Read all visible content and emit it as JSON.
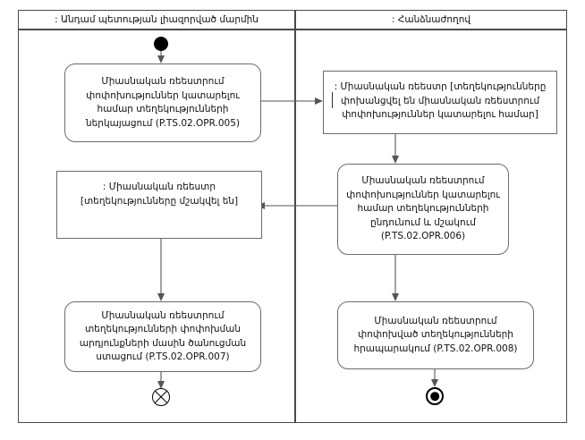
{
  "diagram": {
    "title": "UML Activity Diagram with Swimlanes",
    "lanes": [
      {
        "id": "member-state",
        "label": ": Անդամ պետության լիազորված մարմին"
      },
      {
        "id": "commission",
        "label": ": Հանձնաժողով"
      }
    ]
  },
  "nodes": {
    "start": {
      "name": "initial-node",
      "label": ""
    },
    "a1": {
      "label": "Միասնական ռեեստրում\nփոփոխություններ կատարելու\nհամար տեղեկությունների\nներկայացում (P.TS.02.OPR.005)",
      "code": "P.TS.02.OPR.005"
    },
    "o1": {
      "label": ": Միասնական ռեեստր [տեղեկությունները\nփոխանցվել են  միասնական ռեեստրում\nփոփոխություններ կատարելու համար]"
    },
    "a2": {
      "label": "Միասնական ռեեստրում\nփոփոխություններ կատարելու\nհամար տեղեկությունների\nընդունում և մշակում\n(P.TS.02.OPR.006)",
      "code": "P.TS.02.OPR.006"
    },
    "o2": {
      "label": ": Միասնական ռեեստր\n[տեղեկությունները մշակվել են]"
    },
    "a3": {
      "label": "Միասնական ռեեստրում\nտեղեկությունների փոփոխման\nարդյունքների մասին ծանուցման\nստացում (P.TS.02.OPR.007)",
      "code": "P.TS.02.OPR.007"
    },
    "a4": {
      "label": "Միասնական ռեեստրում\nփոփոխված տեղեկությունների\nհրապարակում (P.TS.02.OPR.008)",
      "code": "P.TS.02.OPR.008"
    },
    "flow_final": {
      "name": "flow-final-node",
      "label": ""
    },
    "final": {
      "name": "activity-final-node",
      "label": ""
    }
  },
  "colors": {
    "stroke": "#555555",
    "frame": "#4a4a4a",
    "node_border": "#6b6b6b",
    "text": "#111111",
    "background": "#ffffff"
  }
}
